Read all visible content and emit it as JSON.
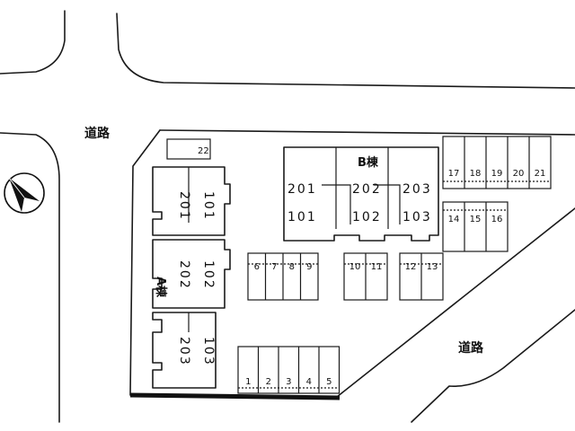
{
  "roads": {
    "road_top_label": "道路",
    "road_right_label": "道路"
  },
  "north_arrow": {
    "icon": "north-arrow-icon"
  },
  "building_a": {
    "label": "A棟",
    "units": [
      {
        "upper": "201",
        "lower": "101"
      },
      {
        "upper": "202",
        "lower": "102"
      },
      {
        "upper": "203",
        "lower": "103"
      }
    ]
  },
  "building_b": {
    "label": "B棟",
    "units": [
      {
        "upper": "201",
        "lower": "101"
      },
      {
        "upper": "202",
        "lower": "102"
      },
      {
        "upper": "203",
        "lower": "103"
      }
    ]
  },
  "parking": {
    "lot_22": "22",
    "row_bottom": [
      "1",
      "2",
      "3",
      "4",
      "5"
    ],
    "row_middle_a": [
      "6",
      "7",
      "8",
      "9"
    ],
    "row_middle_b": [
      "10",
      "11"
    ],
    "row_middle_c": [
      "12",
      "13"
    ],
    "row_right_lower": [
      "14",
      "15",
      "16"
    ],
    "row_right_upper": [
      "17",
      "18",
      "19",
      "20",
      "21"
    ]
  }
}
